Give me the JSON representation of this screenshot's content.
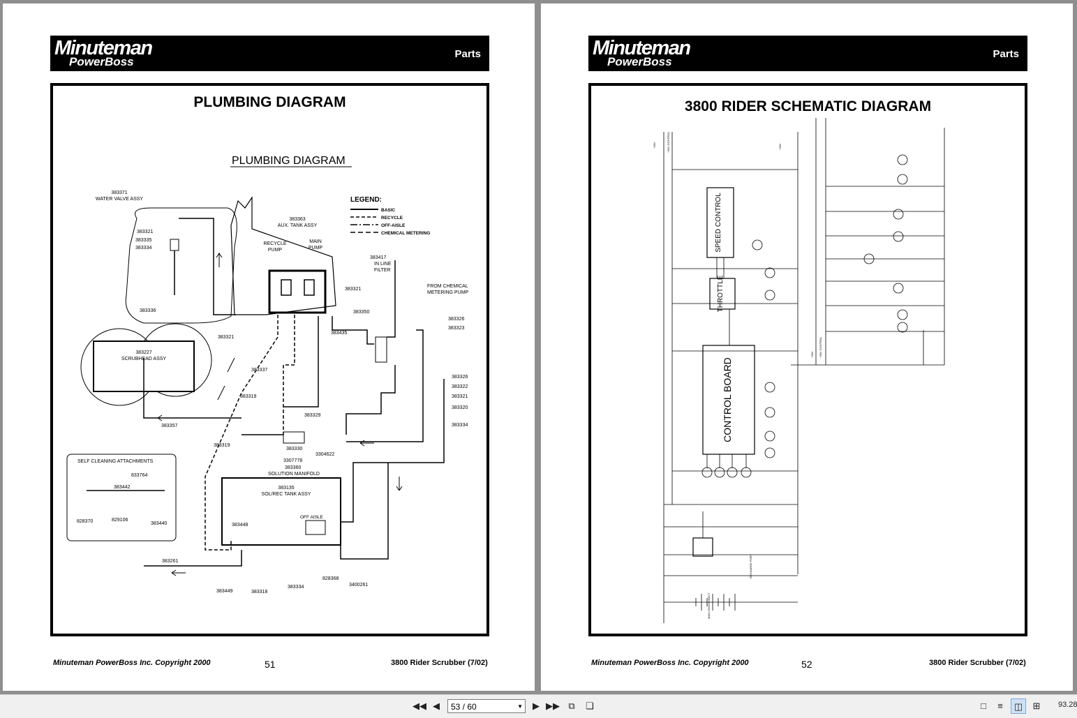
{
  "pages": [
    {
      "logo_brand": "Minuteman",
      "logo_sub": "PowerBoss",
      "section": "Parts",
      "title": "PLUMBING DIAGRAM",
      "subtitle": "PLUMBING DIAGRAM",
      "footer_left": "Minuteman PowerBoss Inc. Copyright 2000",
      "page_number": "51",
      "footer_right": "3800 Rider Scrubber (7/02)"
    },
    {
      "logo_brand": "Minuteman",
      "logo_sub": "PowerBoss",
      "section": "Parts",
      "title": "3800 RIDER SCHEMATIC DIAGRAM",
      "footer_left": "Minuteman PowerBoss Inc. Copyright 2000",
      "page_number": "52",
      "footer_right": "3800 Rider Scrubber (7/02)"
    }
  ],
  "legend": {
    "title": "LEGEND:",
    "items": [
      "BASIC",
      "RECYCLE",
      "OFF-AISLE",
      "CHEMICAL METERING"
    ]
  },
  "plumbing_labels": {
    "water_valve_no": "383371",
    "water_valve": "WATER VALVE ASSY",
    "aux_tank_no": "383363",
    "aux_tank": "AUX. TANK ASSY",
    "recycle_pump": "RECYCLE",
    "recycle_pump2": "PUMP",
    "main_pump": "MAIN",
    "main_pump2": "PUMP",
    "filter_no": "383417",
    "filter1": "IN LINE",
    "filter2": "FILTER",
    "chem1": "FROM CHEMICAL",
    "chem2": "METERING PUMP",
    "scrubhead_no": "383227",
    "scrubhead": "SCRUBHEAD ASSY",
    "manifold_no": "383360",
    "manifold": "SOLUTION MANIFOLD",
    "tank_no": "383135",
    "tank": "SOL/REC TANK ASSY",
    "off_aisle": "OFF AISLE",
    "self_cleaning": "SELF CLEANING ATTACHMENTS",
    "p383321a": "383321",
    "p383335": "383335",
    "p383334a": "383334",
    "p383336": "383336",
    "p383321b": "383321",
    "p383321c": "383321",
    "p383350": "383350",
    "p383326a": "383326",
    "p383323": "383323",
    "p383435": "383435",
    "p383337": "383337",
    "p383319a": "383319",
    "p383329": "383329",
    "p383357": "383357",
    "p383326b": "383326",
    "p383322": "383322",
    "p383321d": "383321",
    "p383320": "383320",
    "p383334b": "383334",
    "p383319b": "383319",
    "p383330": "383330",
    "p3304622": "3304622",
    "p3307778": "3307778",
    "p833764": "833764",
    "p383442": "383442",
    "p828370": "828370",
    "p829106": "829106",
    "p383440": "383440",
    "p383448": "383448",
    "p383261": "383261",
    "p383449": "383449",
    "p383318": "383318",
    "p383334c": "383334",
    "p828368": "828368",
    "p3400261": "3400261"
  },
  "schematic_labels": {
    "speed_control": "SPEED CONTROL",
    "throttle": "THROTTLE",
    "control_board": "CONTROL BOARD"
  },
  "toolbar": {
    "page_indicator": "53 / 60",
    "zoom": "93.28"
  },
  "icons": [
    "first-page-icon",
    "prev-page-icon",
    "next-page-icon",
    "last-page-icon",
    "rotate-icon",
    "copy-icon",
    "single-page-icon",
    "continuous-icon",
    "two-page-icon",
    "fit-icon"
  ]
}
